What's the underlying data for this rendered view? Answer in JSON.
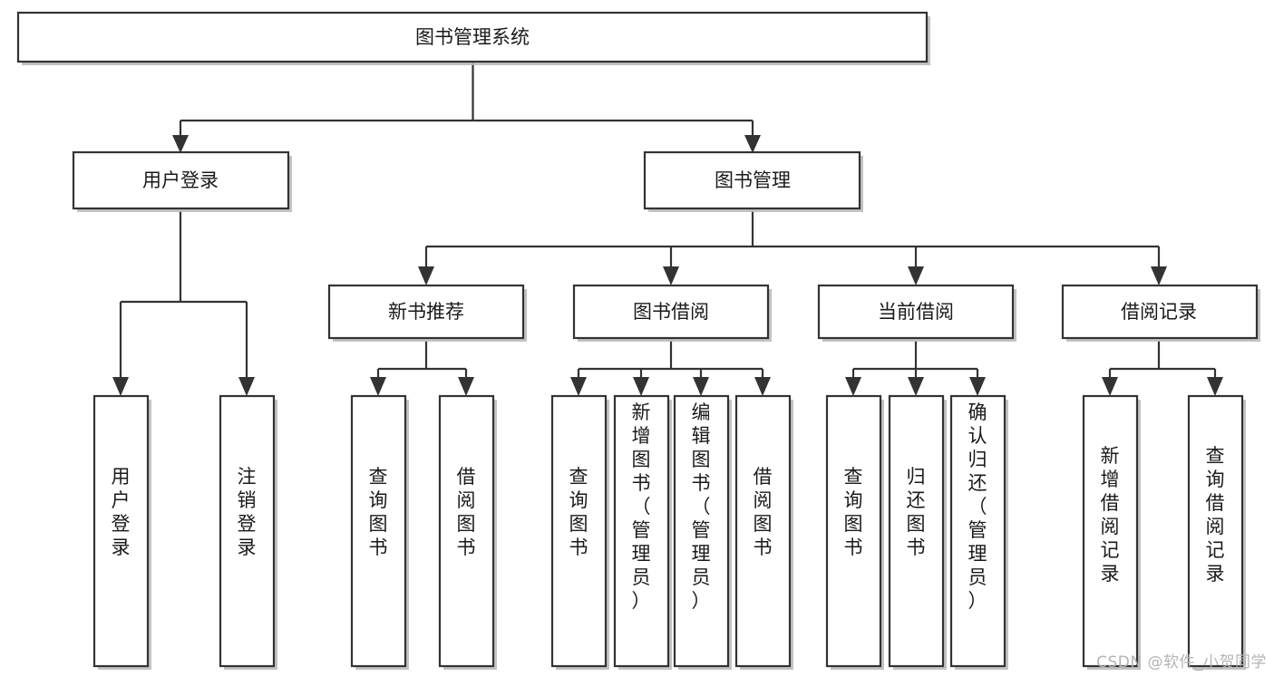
{
  "diagram": {
    "type": "tree",
    "title": "图书管理系统",
    "watermark": "CSDN @软件_小贺同学",
    "colors": {
      "box_fill": "#ffffff",
      "box_stroke": "#333333",
      "text": "#1a1a1a",
      "watermark": "#b4b4b4",
      "shadow": "#b8b8b8"
    },
    "levels": {
      "root_label": "图书管理系统",
      "level2": [
        "用户登录",
        "图书管理"
      ],
      "level3": [
        "新书推荐",
        "图书借阅",
        "当前借阅",
        "借阅记录"
      ]
    },
    "nodes": {
      "root": {
        "label": "图书管理系统",
        "orientation": "horizontal"
      },
      "user_login": {
        "label": "用户登录",
        "orientation": "horizontal"
      },
      "book_manage": {
        "label": "图书管理",
        "orientation": "horizontal"
      },
      "new_book_rec": {
        "label": "新书推荐",
        "orientation": "horizontal"
      },
      "book_borrow": {
        "label": "图书借阅",
        "orientation": "horizontal"
      },
      "current_borrow": {
        "label": "当前借阅",
        "orientation": "horizontal"
      },
      "borrow_record": {
        "label": "借阅记录",
        "orientation": "horizontal"
      },
      "leaf_1": {
        "label": "用户登录",
        "orientation": "vertical"
      },
      "leaf_2": {
        "label": "注销登录",
        "orientation": "vertical"
      },
      "leaf_3": {
        "label": "查询图书",
        "orientation": "vertical"
      },
      "leaf_4": {
        "label": "借阅图书",
        "orientation": "vertical"
      },
      "leaf_5": {
        "label": "查询图书",
        "orientation": "vertical"
      },
      "leaf_6": {
        "label": "新增图书（管理员）",
        "orientation": "vertical"
      },
      "leaf_7": {
        "label": "编辑图书（管理员）",
        "orientation": "vertical"
      },
      "leaf_8": {
        "label": "借阅图书",
        "orientation": "vertical"
      },
      "leaf_9": {
        "label": "查询图书",
        "orientation": "vertical"
      },
      "leaf_10": {
        "label": "归还图书",
        "orientation": "vertical"
      },
      "leaf_11": {
        "label": "确认归还（管理员）",
        "orientation": "vertical"
      },
      "leaf_12": {
        "label": "新增借阅记录",
        "orientation": "vertical"
      },
      "leaf_13": {
        "label": "查询借阅记录",
        "orientation": "vertical"
      }
    },
    "edges": [
      {
        "from": "root",
        "to": "user_login"
      },
      {
        "from": "root",
        "to": "book_manage"
      },
      {
        "from": "user_login",
        "to": "leaf_1"
      },
      {
        "from": "user_login",
        "to": "leaf_2"
      },
      {
        "from": "book_manage",
        "to": "new_book_rec"
      },
      {
        "from": "book_manage",
        "to": "book_borrow"
      },
      {
        "from": "book_manage",
        "to": "current_borrow"
      },
      {
        "from": "book_manage",
        "to": "borrow_record"
      },
      {
        "from": "new_book_rec",
        "to": "leaf_3"
      },
      {
        "from": "new_book_rec",
        "to": "leaf_4"
      },
      {
        "from": "book_borrow",
        "to": "leaf_5"
      },
      {
        "from": "book_borrow",
        "to": "leaf_6"
      },
      {
        "from": "book_borrow",
        "to": "leaf_7"
      },
      {
        "from": "book_borrow",
        "to": "leaf_8"
      },
      {
        "from": "current_borrow",
        "to": "leaf_9"
      },
      {
        "from": "current_borrow",
        "to": "leaf_10"
      },
      {
        "from": "current_borrow",
        "to": "leaf_11"
      },
      {
        "from": "borrow_record",
        "to": "leaf_12"
      },
      {
        "from": "borrow_record",
        "to": "leaf_13"
      }
    ]
  }
}
